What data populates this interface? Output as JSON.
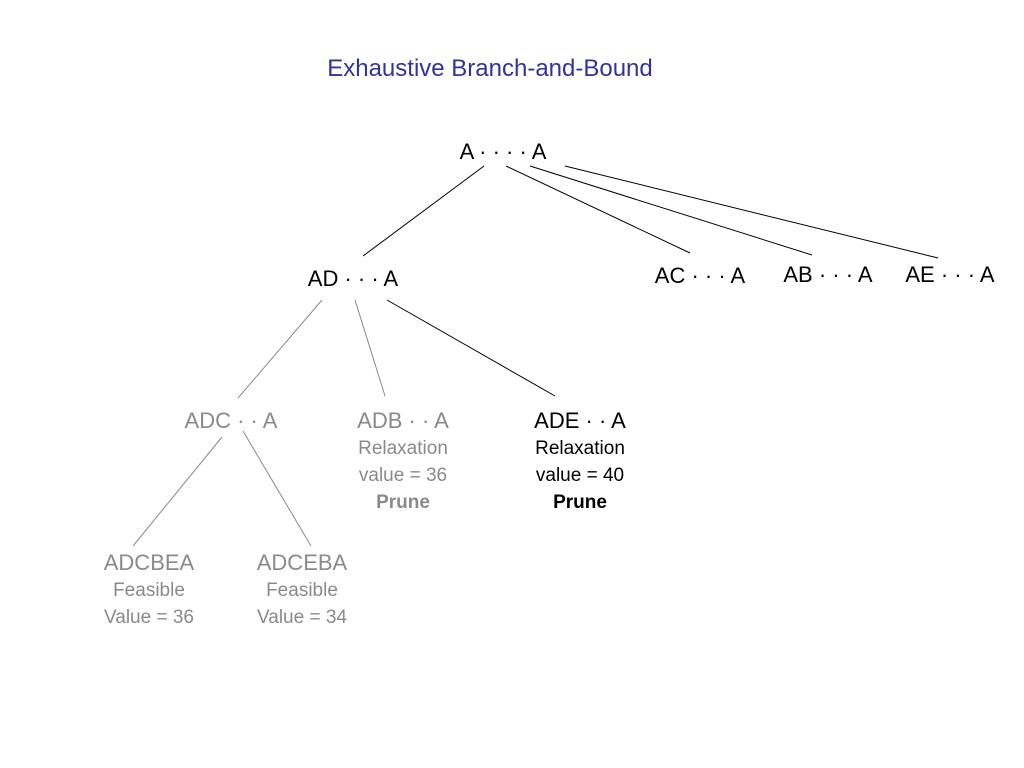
{
  "title": "Exhaustive Branch-and-Bound",
  "colors": {
    "title": "#333399",
    "active": "#000000",
    "pruned": "#8a8a8a"
  },
  "nodes": {
    "root": {
      "label": "A · · · · A"
    },
    "ad": {
      "label": "AD · · · A"
    },
    "ac": {
      "label": "AC · · · A"
    },
    "ab": {
      "label": "AB · · · A"
    },
    "ae": {
      "label": "AE · · · A"
    },
    "adc": {
      "label": "ADC · · A"
    },
    "adb": {
      "label": "ADB · · A",
      "line1": "Relaxation",
      "line2": "value = 36",
      "status": "Prune"
    },
    "ade": {
      "label": "ADE · · A",
      "line1": "Relaxation",
      "line2": "value = 40",
      "status": "Prune"
    },
    "adcbea": {
      "label": "ADCBEA",
      "line1": "Feasible",
      "line2": "Value = 36"
    },
    "adceba": {
      "label": "ADCEBA",
      "line1": "Feasible",
      "line2": "Value = 34"
    }
  }
}
